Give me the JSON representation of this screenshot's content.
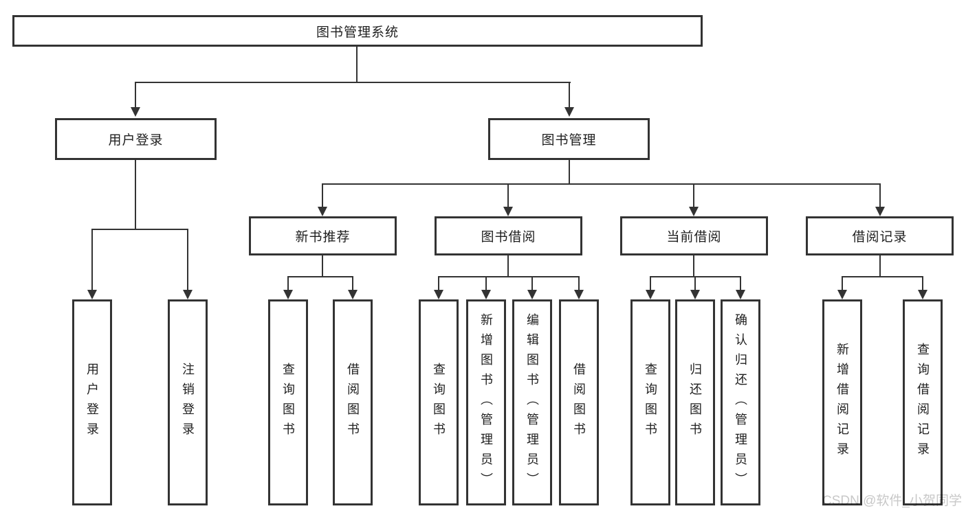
{
  "diagram": {
    "root": "图书管理系统",
    "level2": [
      {
        "label": "用户登录"
      },
      {
        "label": "图书管理"
      }
    ],
    "level3": [
      {
        "label": "新书推荐"
      },
      {
        "label": "图书借阅"
      },
      {
        "label": "当前借阅"
      },
      {
        "label": "借阅记录"
      }
    ],
    "leaves": [
      {
        "label": "用户登录",
        "parent": "用户登录"
      },
      {
        "label": "注销登录",
        "parent": "用户登录"
      },
      {
        "label": "查询图书",
        "parent": "新书推荐"
      },
      {
        "label": "借阅图书",
        "parent": "新书推荐"
      },
      {
        "label": "查询图书",
        "parent": "图书借阅"
      },
      {
        "label": "新增图书（管理员）",
        "parent": "图书借阅"
      },
      {
        "label": "编辑图书（管理员）",
        "parent": "图书借阅"
      },
      {
        "label": "借阅图书",
        "parent": "图书借阅"
      },
      {
        "label": "查询图书",
        "parent": "当前借阅"
      },
      {
        "label": "归还图书",
        "parent": "当前借阅"
      },
      {
        "label": "确认归还（管理员）",
        "parent": "当前借阅"
      },
      {
        "label": "新增借阅记录",
        "parent": "借阅记录"
      },
      {
        "label": "查询借阅记录",
        "parent": "借阅记录"
      }
    ]
  },
  "colors": {
    "line": "#333333",
    "text": "#1f1f1f",
    "background": "#ffffff",
    "watermark": "#c8c8c8"
  },
  "watermark": "CSDN @软件_小贺同学"
}
